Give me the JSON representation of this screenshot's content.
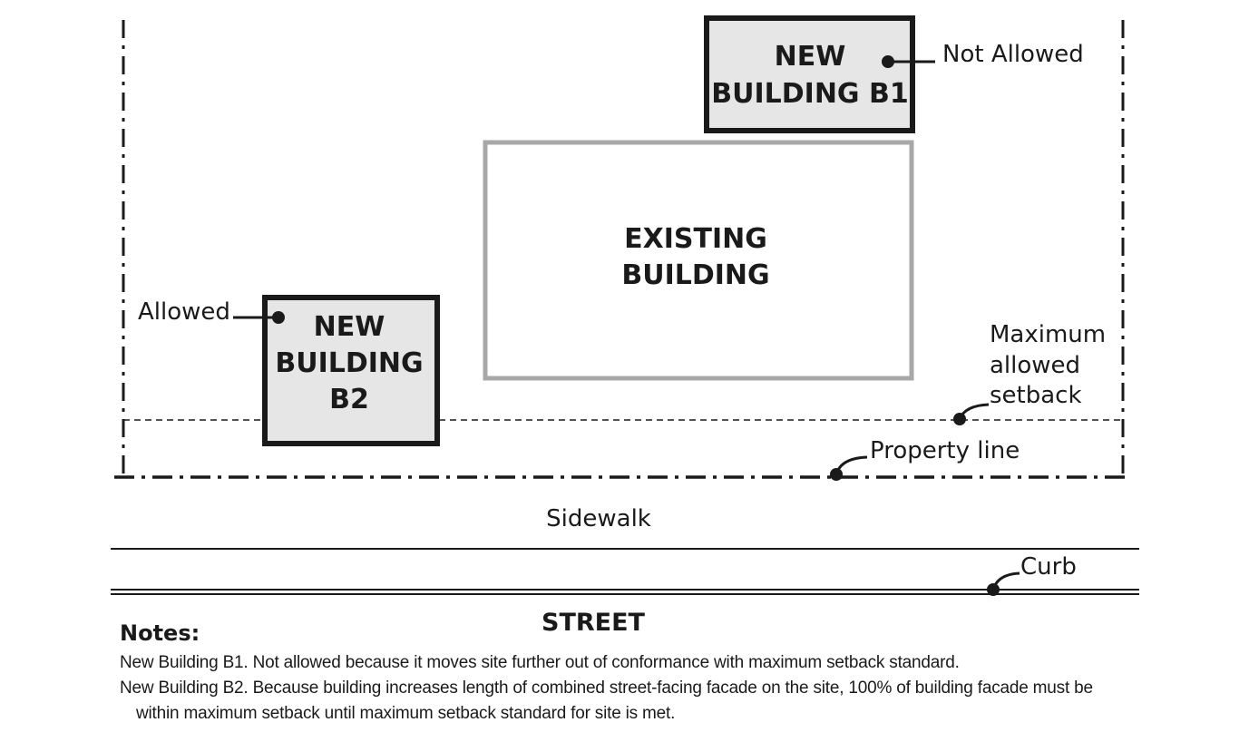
{
  "diagram": {
    "buildings": {
      "new_b1": {
        "lines": [
          "NEW",
          "BUILDING B1"
        ]
      },
      "existing": {
        "lines": [
          "EXISTING",
          "BUILDING"
        ]
      },
      "new_b2": {
        "lines": [
          "NEW",
          "BUILDING",
          "B2"
        ]
      }
    },
    "callouts": {
      "not_allowed": "Not Allowed",
      "allowed": "Allowed",
      "max_setback": [
        "Maximum",
        "allowed",
        "setback"
      ],
      "property_line": "Property line",
      "curb": "Curb"
    },
    "street": {
      "sidewalk": "Sidewalk",
      "street": "STREET"
    }
  },
  "notes": {
    "heading": "Notes:",
    "b1": "New Building B1. Not allowed because it moves site further out of conformance with maximum setback standard.",
    "b2_line1": "New Building B2. Because building increases length of combined street-facing facade on the site, 100% of building facade must be",
    "b2_line2": "within maximum setback until maximum setback standard for site is met."
  }
}
